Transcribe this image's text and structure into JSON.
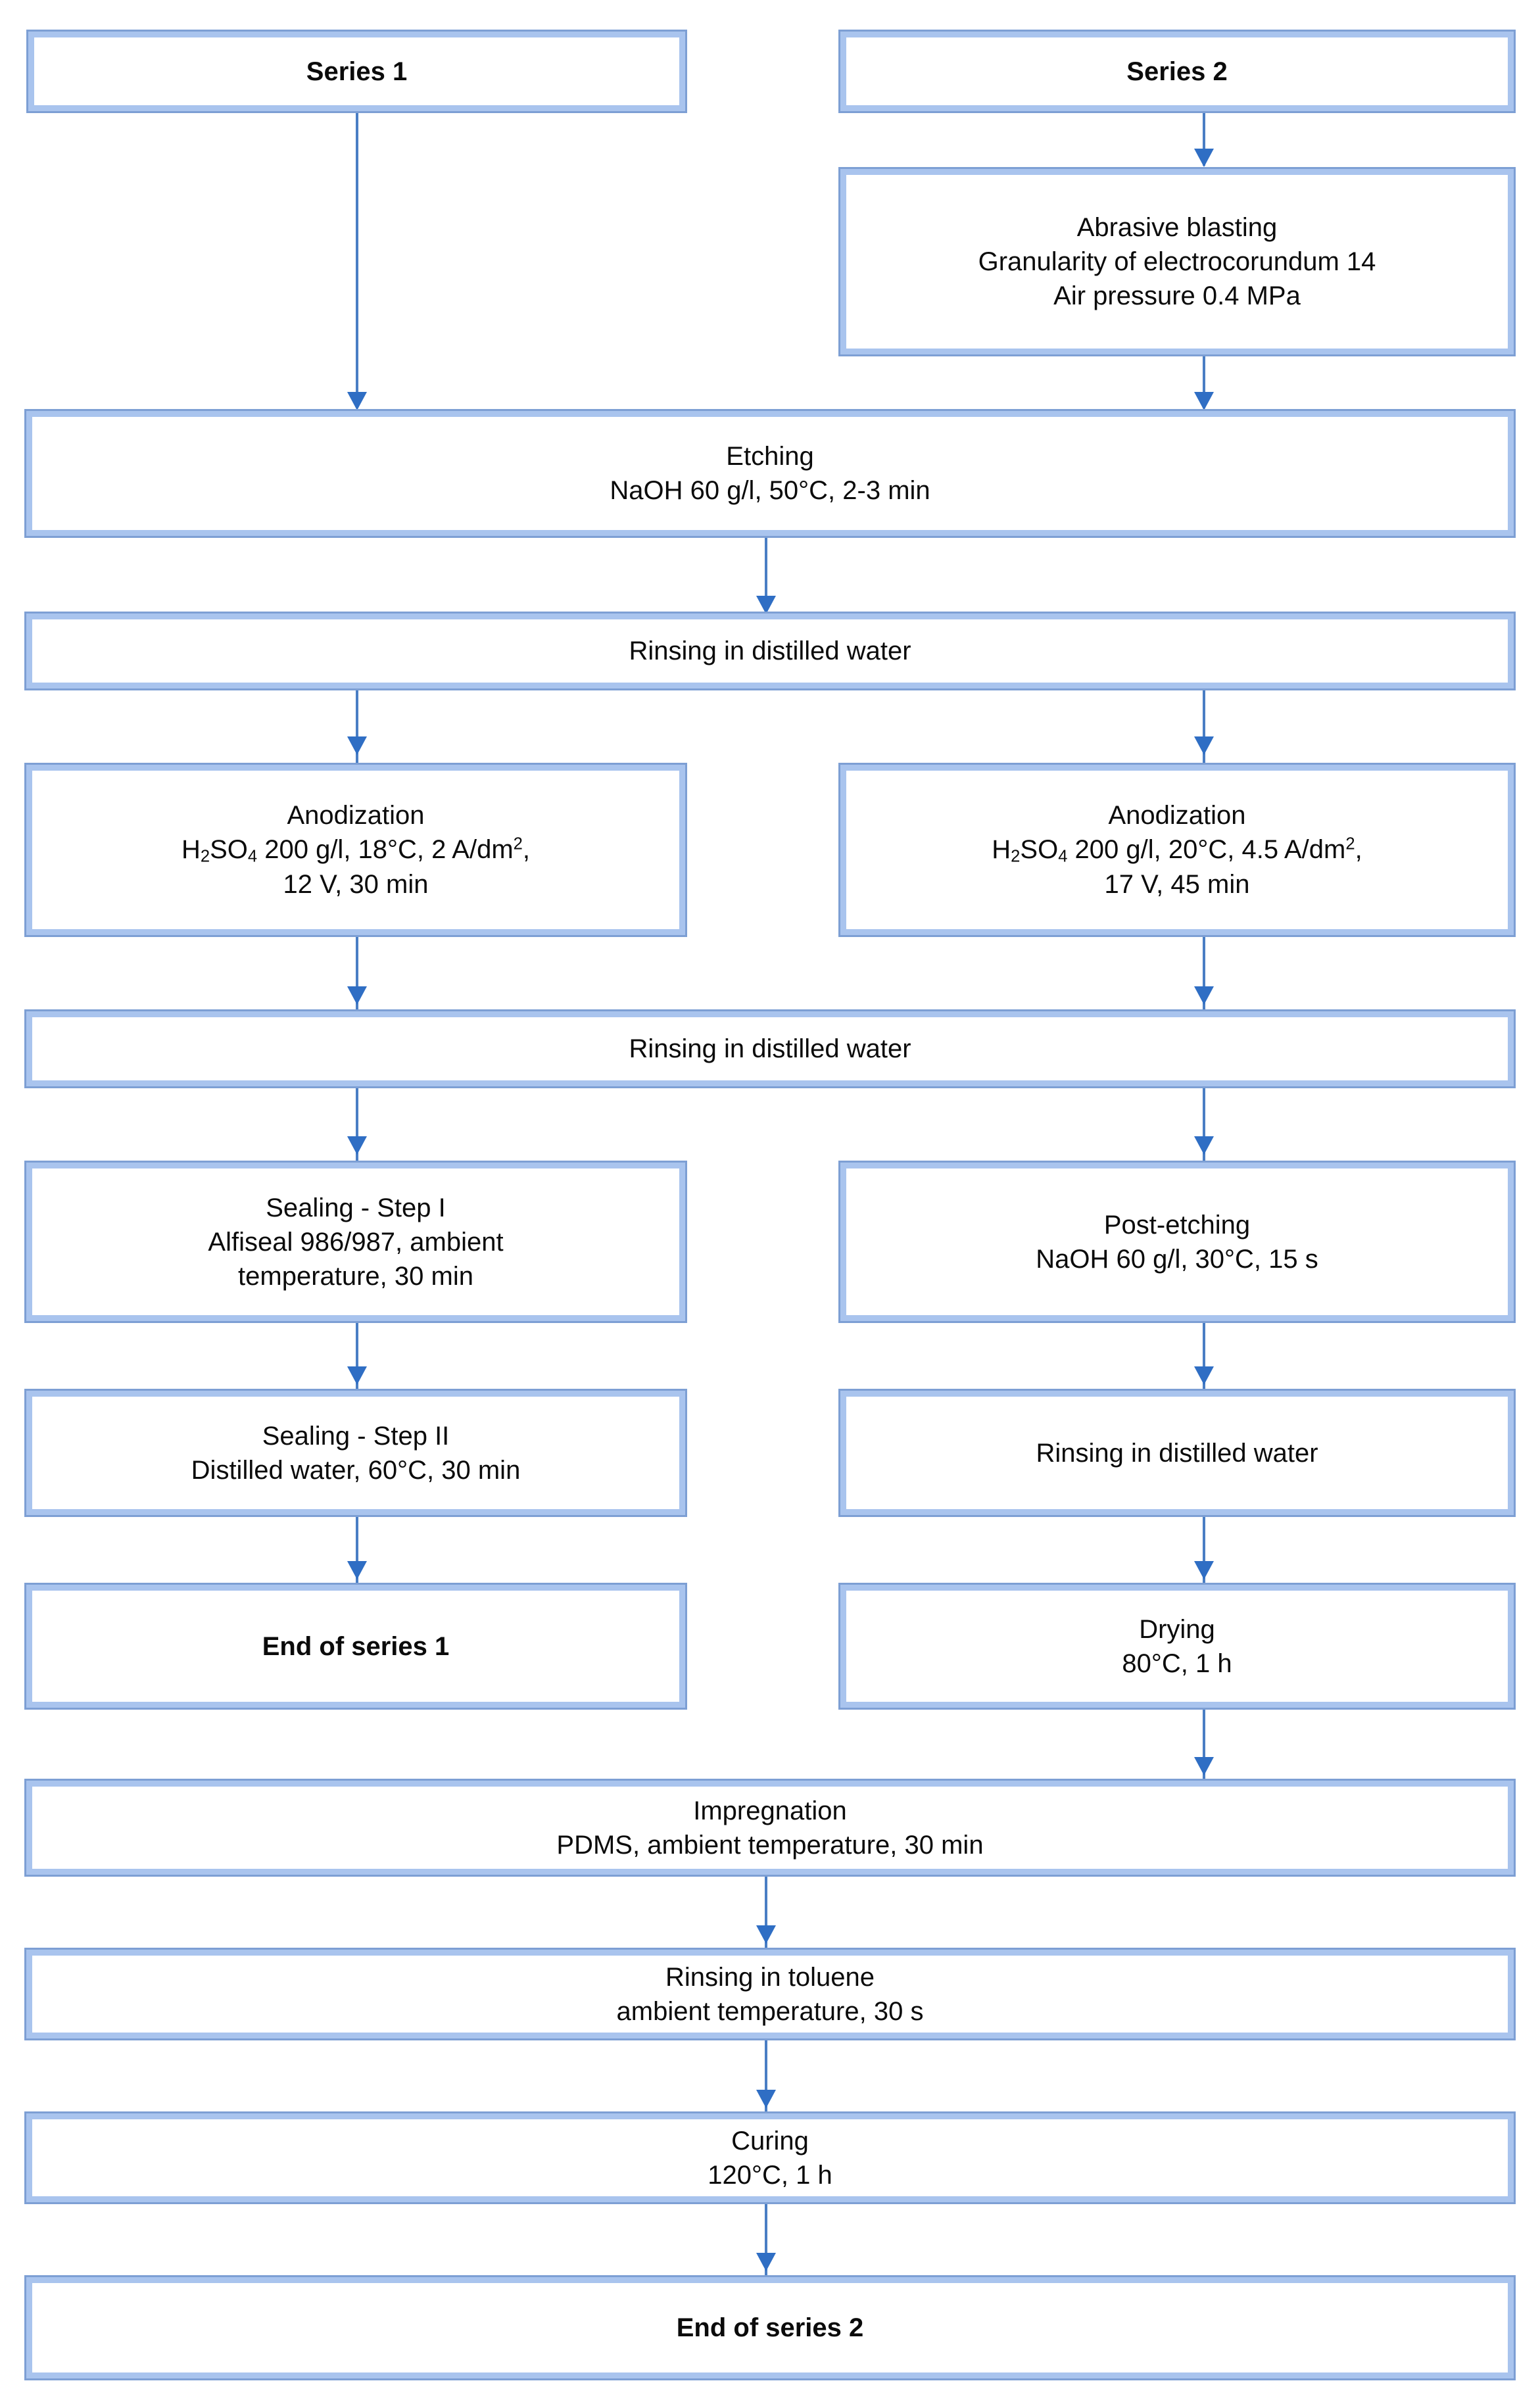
{
  "diagram": {
    "title": "Surface treatment process flowchart for Series 1 and Series 2",
    "accent_border_outer": "#7d9fd4",
    "accent_border_inner": "#a9c4ee",
    "connector_color": "#4a7ec4",
    "arrowhead_color": "#2f6ec4",
    "background": "#ffffff",
    "text_color": "#0b0b0b"
  },
  "nodes": {
    "series1_start": {
      "line1": "Series 1"
    },
    "series2_start": {
      "line1": "Series 2"
    },
    "abrasive_blasting": {
      "line1": "Abrasive blasting",
      "line2": "Granularity of electrocorundum 14",
      "line3": "Air pressure 0.4 MPa"
    },
    "etching": {
      "line1": "Etching",
      "line2": "NaOH 60 g/l, 50°C, 2-3 min"
    },
    "rinsing_1": {
      "line1": "Rinsing in distilled water"
    },
    "anodization_1": {
      "line1": "Anodization",
      "formula_prefix": "H",
      "formula_sub1": "2",
      "formula_mid": "SO",
      "formula_sub2": "4",
      "line2_rest": " 200 g/l, 18°C,  2 A/dm",
      "line2_sup": "2",
      "line2_tail": ",",
      "line3": "12 V, 30 min"
    },
    "anodization_2": {
      "line1": "Anodization",
      "formula_prefix": "H",
      "formula_sub1": "2",
      "formula_mid": "SO",
      "formula_sub2": "4",
      "line2_rest": " 200 g/l, 20°C, 4.5 A/dm",
      "line2_sup": "2",
      "line2_tail": ",",
      "line3": "17 V, 45 min"
    },
    "rinsing_2": {
      "line1": "Rinsing in distilled water"
    },
    "sealing_step1": {
      "line1": "Sealing -  Step I",
      "line2": "Alfiseal 986/987, ambient",
      "line3": "temperature, 30 min"
    },
    "post_etching": {
      "line1": "Post-etching",
      "line2": "NaOH 60 g/l, 30°C, 15 s"
    },
    "sealing_step2": {
      "line1": "Sealing -  Step II",
      "line2": "Distilled water, 60°C, 30 min"
    },
    "rinsing_3": {
      "line1": "Rinsing in distilled water"
    },
    "end_series1": {
      "line1": "End of series 1"
    },
    "drying": {
      "line1": "Drying",
      "line2": "80°C, 1 h"
    },
    "impregnation": {
      "line1": "Impregnation",
      "line2": "PDMS, ambient temperature, 30 min"
    },
    "rinsing_toluene": {
      "line1": "Rinsing in toluene",
      "line2": "ambient temperature, 30 s"
    },
    "curing": {
      "line1": "Curing",
      "line2": "120°C, 1 h"
    },
    "end_series2": {
      "line1": "End of series 2"
    }
  }
}
